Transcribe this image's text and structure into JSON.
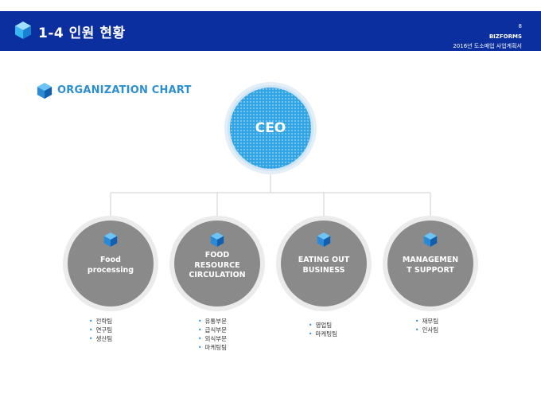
{
  "header": {
    "title": "1-4 인원 현황",
    "page_number": "8",
    "brand": "BIZFORMS",
    "doc_title": "2016년 도소매업 사업계획서"
  },
  "section": {
    "title": "ORGANIZATION CHART"
  },
  "ceo": {
    "label": "CEO"
  },
  "departments": [
    {
      "label_lines": [
        "Food",
        "processing"
      ],
      "teams": [
        "전략팀",
        "연구팀",
        "생산팀"
      ]
    },
    {
      "label_lines": [
        "FOOD",
        "RESOURCE",
        "CIRCULATION"
      ],
      "teams": [
        "유통부문",
        "급식부문",
        "외식부문",
        "마케팅팀"
      ]
    },
    {
      "label_lines": [
        "EATING OUT",
        "BUSINESS"
      ],
      "teams": [
        "영업팀",
        "마케팅팀"
      ]
    },
    {
      "label_lines": [
        "MANAGEMEN",
        "T SUPPORT"
      ],
      "teams": [
        "재무팀",
        "인사팀"
      ]
    }
  ],
  "colors": {
    "header_bg": "#0b2f9e",
    "accent": "#2b8fd0",
    "ceo_fill": "#2ea3e3",
    "dept_fill": "#8a8a8a"
  },
  "icons": {
    "header": "blue-cube-icon",
    "section": "blue-cube-icon",
    "department": "blue-cube-icon",
    "list_bullet": "bullet-dot"
  }
}
